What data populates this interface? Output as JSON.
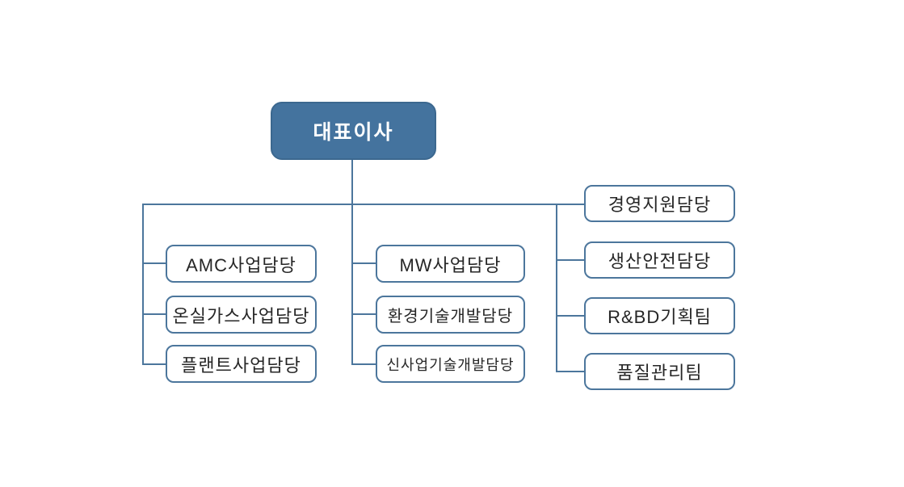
{
  "org_chart": {
    "type": "org-chart",
    "root": {
      "label": "대표이사"
    },
    "groups": [
      {
        "items": [
          {
            "label": "AMC사업담당"
          },
          {
            "label": "온실가스사업담당"
          },
          {
            "label": "플랜트사업담당"
          }
        ]
      },
      {
        "items": [
          {
            "label": "MW사업담당"
          },
          {
            "label": "환경기술개발담당"
          },
          {
            "label": "신사업기술개발담당"
          }
        ]
      },
      {
        "items": [
          {
            "label": "경영지원담당"
          },
          {
            "label": "생산안전담당"
          },
          {
            "label": "R&BD기획팀"
          },
          {
            "label": "품질관리팀"
          }
        ]
      }
    ],
    "colors": {
      "background": "#FFFFFF",
      "root_fill": "#44739E",
      "root_border": "#3C688F",
      "root_text": "#FFFFFF",
      "box_fill": "#FFFFFF",
      "box_border": "#4C769C",
      "box_text": "#262626",
      "connector": "#4C769C"
    }
  }
}
